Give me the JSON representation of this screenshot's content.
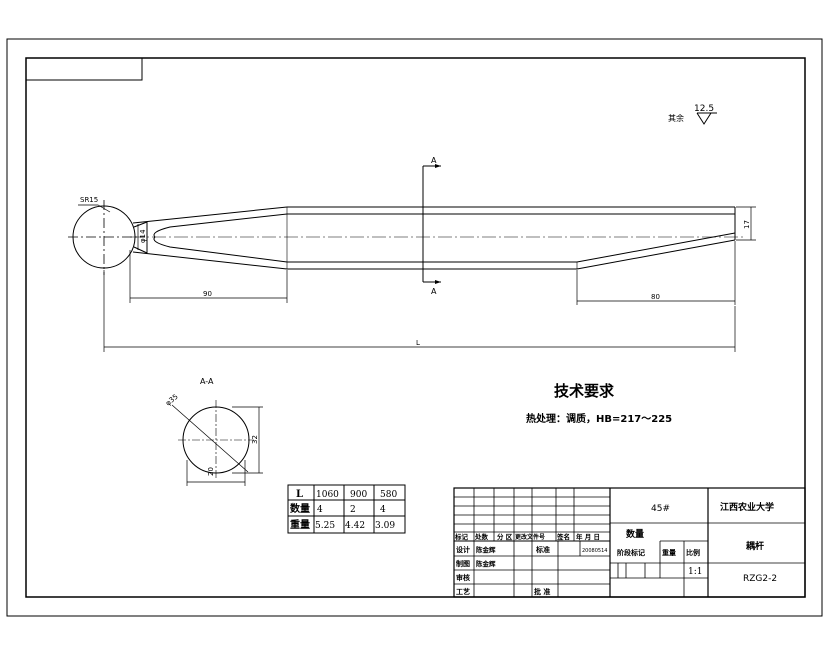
{
  "surface_finish": {
    "note": "其余",
    "value": "12.5"
  },
  "section_marks": {
    "top": "A",
    "bottom": "A",
    "view_title": "A-A"
  },
  "dimensions": {
    "sphere_radius": "SR15",
    "neck_dia": "φ14",
    "left_taper_len": "90",
    "right_taper_len": "80",
    "end_height": "17",
    "total_len": "L",
    "section_dia": "φ35",
    "section_height": "32",
    "flat_width": "20"
  },
  "tech_req": {
    "title": "技术要求",
    "line1": "热处理：调质，HB=217～225"
  },
  "spec_table": {
    "headers": [
      "L",
      "1060",
      "900",
      "580"
    ],
    "rows": [
      {
        "label": "数量",
        "values": [
          "4",
          "2",
          "4"
        ]
      },
      {
        "label": "重量",
        "values": [
          "5.25",
          "4.42",
          "3.09"
        ]
      }
    ]
  },
  "title_block": {
    "material": "45#",
    "school": "江西农业大学",
    "part_name": "耦杆",
    "drawing_no": "RZG2-2",
    "scale": "1:1",
    "quantity_label": "数量",
    "stage_mark": "阶段标记",
    "weight": "重量",
    "ratio": "比例",
    "rev_headers": [
      "标记",
      "处数",
      "分 区",
      "更改文件号",
      "签名",
      "年 月 日"
    ],
    "design": "设计",
    "designer": "陈金辉",
    "standard": "标准",
    "std_no": "20080514",
    "drawn": "制图",
    "drawer": "陈金辉",
    "review": "审核",
    "process": "工艺",
    "approve": "批 准"
  }
}
